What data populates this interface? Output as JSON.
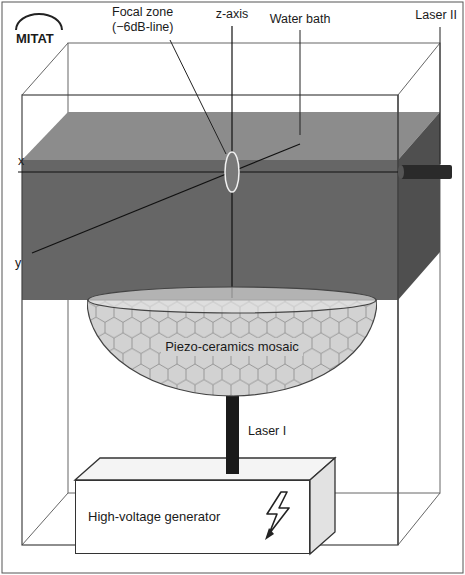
{
  "diagram": {
    "nodes": [
      {
        "text": [
          "Piezo-ceramics mosaic"
        ]
      },
      {
        "text": [
          "High-voltage generator"
        ]
      }
    ],
    "labels": [
      "MITAT",
      "Focal zone (−6dB-line)",
      "z-axis",
      "Laser II",
      "Water bath",
      "x",
      "y",
      "Laser I"
    ]
  }
}
